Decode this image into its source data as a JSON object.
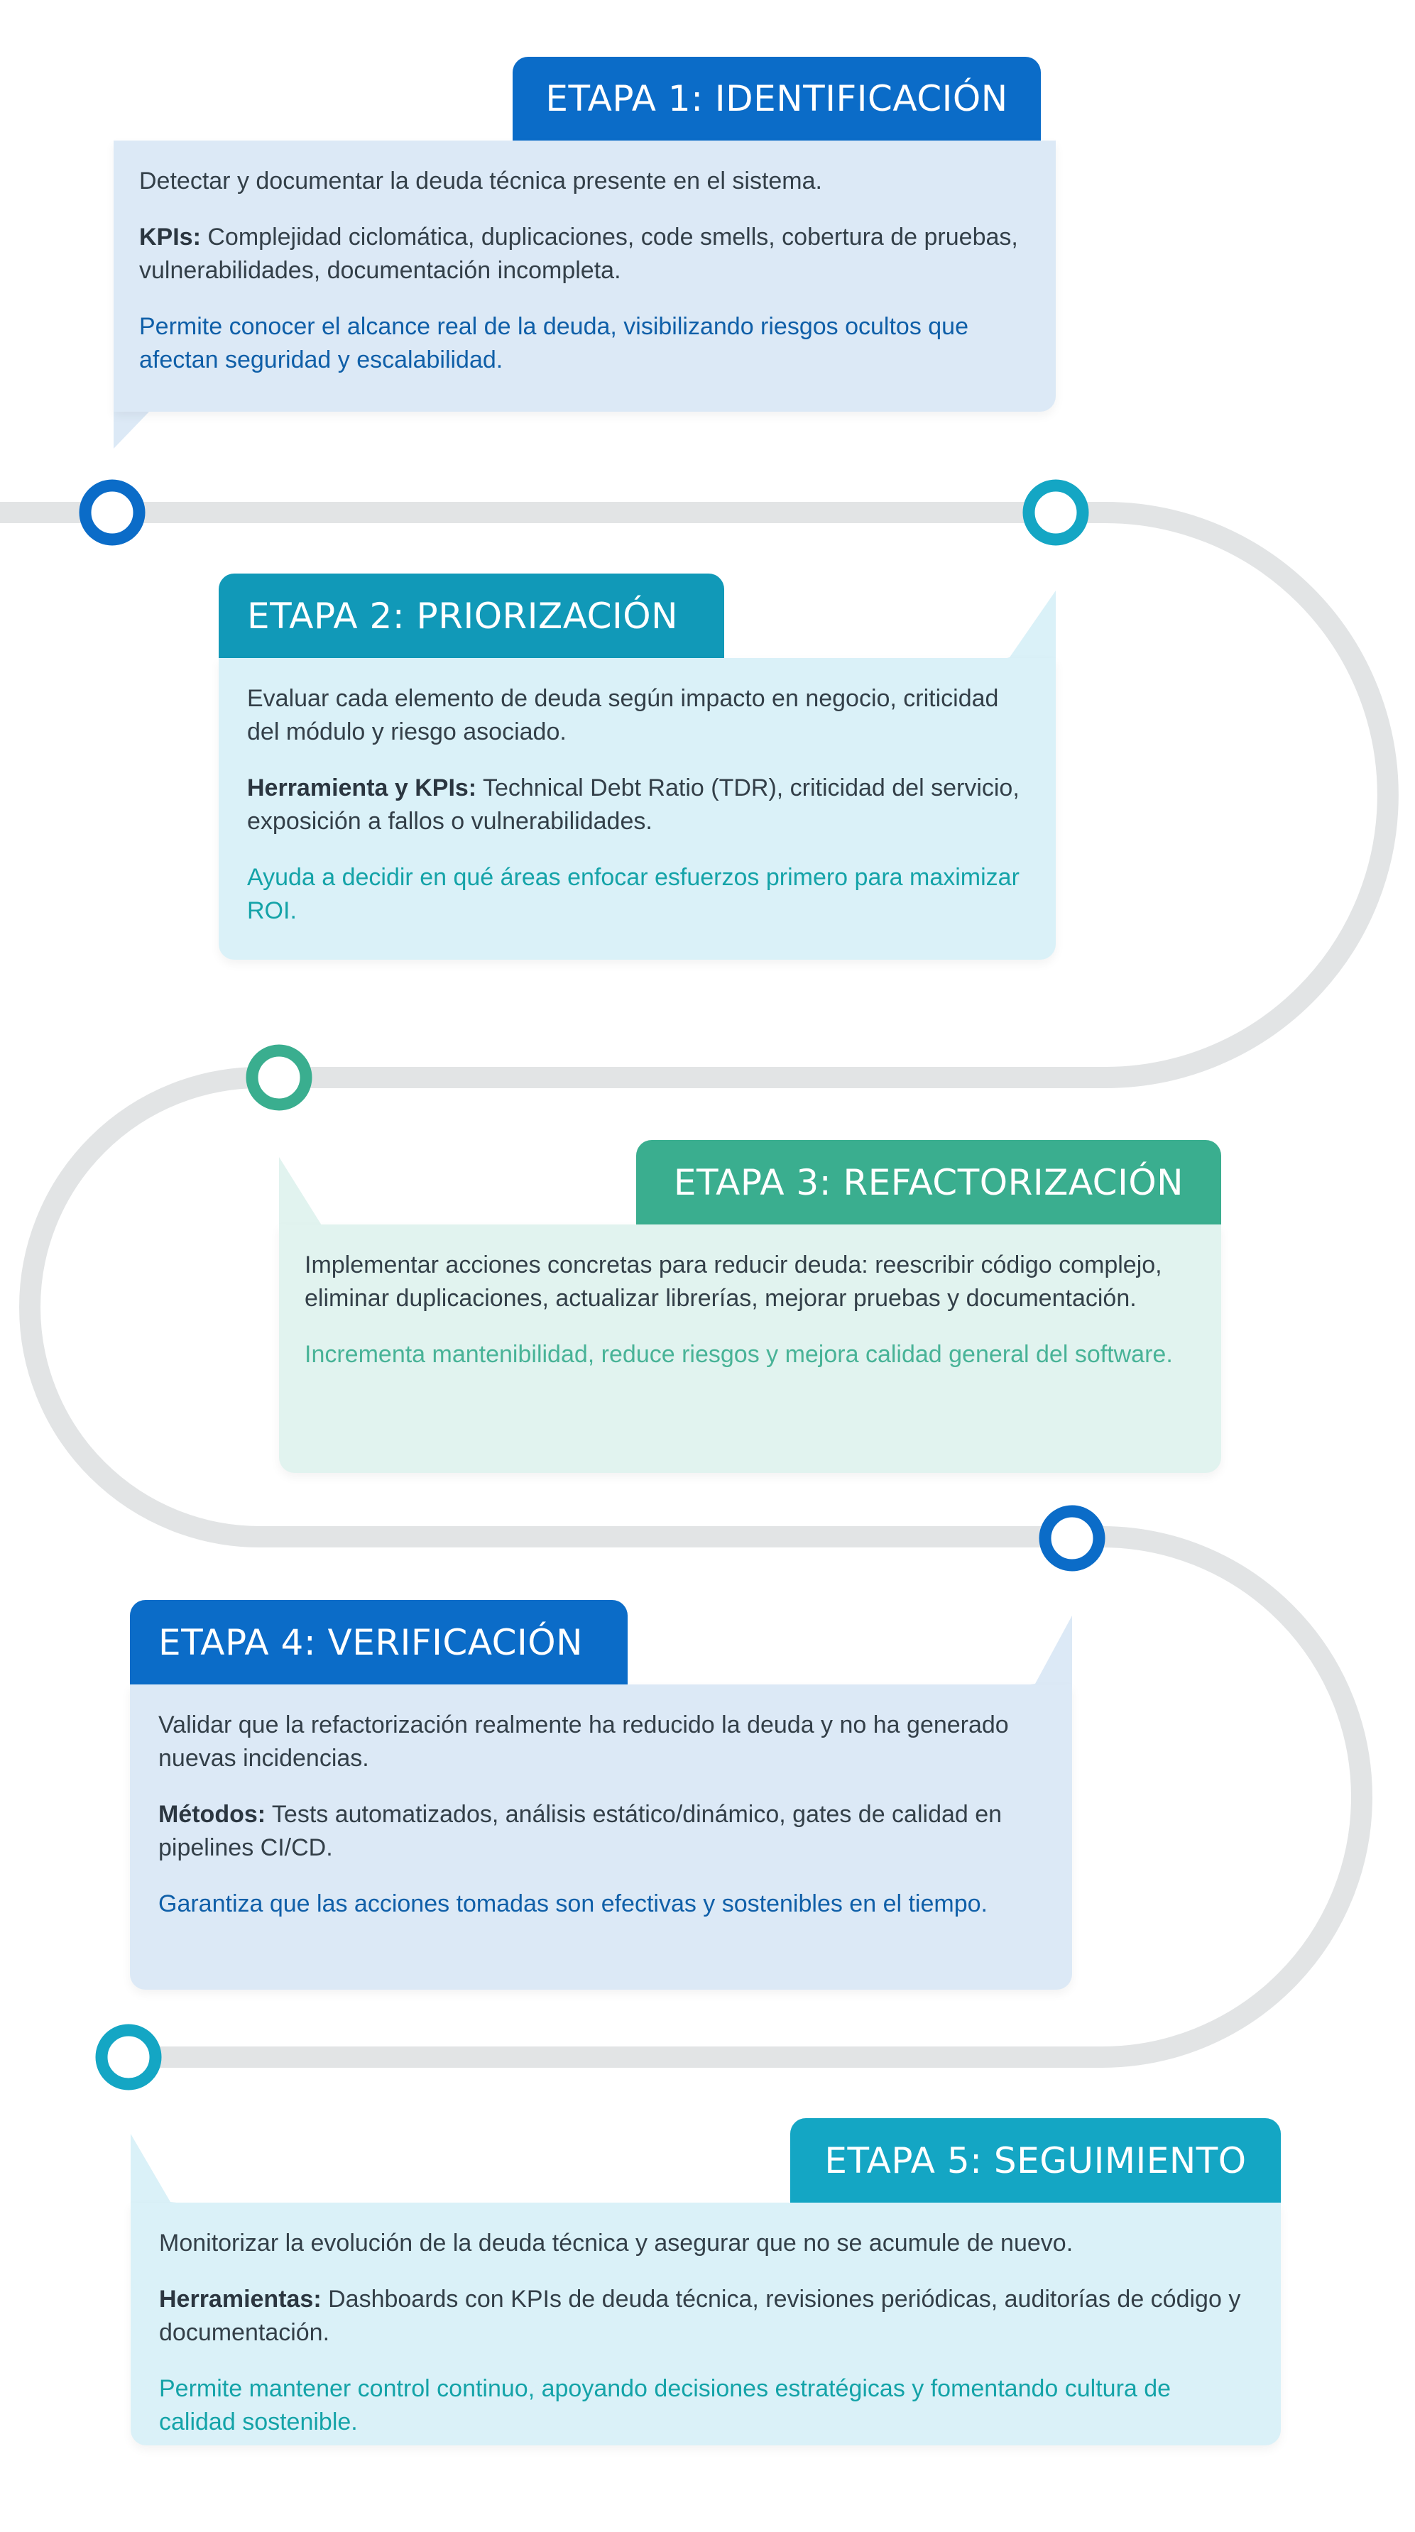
{
  "colors": {
    "blue": "#0b6cc8",
    "cyan": "#14a6c4",
    "green": "#3aae8f",
    "track": "#e2e4e5",
    "box_blue_bg": "#dce9f6",
    "box_cyan_bg": "#daf1f8",
    "box_green_bg": "#e1f3ef",
    "body_text": "#333f48",
    "note_blue": "#0f5fa8",
    "note_cyan": "#14a3a8",
    "note_green": "#48b397"
  },
  "stages": [
    {
      "title": "ETAPA 1: IDENTIFICACIÓN",
      "description": "Detectar y documentar la deuda técnica presente en el sistema.",
      "detail_label": "KPIs:",
      "detail_text": " Complejidad ciclomática, duplicaciones, code smells, cobertura de pruebas, vulnerabilidades, documentación incompleta.",
      "benefit": "Permite conocer el alcance real de la deuda, visibilizando riesgos ocultos que afectan seguridad y escalabilidad."
    },
    {
      "title": "ETAPA 2: PRIORIZACIÓN",
      "description": "Evaluar cada elemento de deuda según impacto en negocio, criticidad del módulo y riesgo asociado.",
      "detail_label": "Herramienta y KPIs:",
      "detail_text": " Technical Debt Ratio (TDR), criticidad del servicio, exposición a fallos o vulnerabilidades.",
      "benefit": "Ayuda a decidir en qué áreas enfocar esfuerzos primero para maximizar ROI."
    },
    {
      "title": "ETAPA 3: REFACTORIZACIÓN",
      "description": "Implementar acciones concretas para reducir deuda: reescribir código complejo, eliminar duplicaciones, actualizar librerías, mejorar pruebas y documentación.",
      "benefit": "Incrementa mantenibilidad, reduce riesgos y mejora calidad general del software."
    },
    {
      "title": "ETAPA 4: VERIFICACIÓN",
      "description": "Validar que la refactorización realmente ha reducido la deuda y no ha generado nuevas incidencias.",
      "detail_label": "Métodos:",
      "detail_text": " Tests automatizados, análisis estático/dinámico, gates de calidad en pipelines CI/CD.",
      "benefit": "Garantiza que las acciones tomadas son efectivas y sostenibles en el tiempo."
    },
    {
      "title": "ETAPA 5: SEGUIMIENTO",
      "description": "Monitorizar la evolución de la deuda técnica y asegurar que no se acumule de nuevo.",
      "detail_label": "Herramientas:",
      "detail_text": " Dashboards con KPIs de deuda técnica, revisiones periódicas, auditorías de código y documentación.",
      "benefit": "Permite mantener control continuo, apoyando decisiones estratégicas y fomentando cultura de calidad sostenible."
    }
  ],
  "milestones": [
    {
      "stage": 1,
      "color": "#0b6cc8",
      "icon": "ring-marker"
    },
    {
      "stage": 2,
      "color": "#14a6c4",
      "icon": "ring-marker"
    },
    {
      "stage": 3,
      "color": "#3aae8f",
      "icon": "ring-marker"
    },
    {
      "stage": 4,
      "color": "#0b6cc8",
      "icon": "ring-marker"
    },
    {
      "stage": 5,
      "color": "#14a6c4",
      "icon": "ring-marker"
    }
  ]
}
